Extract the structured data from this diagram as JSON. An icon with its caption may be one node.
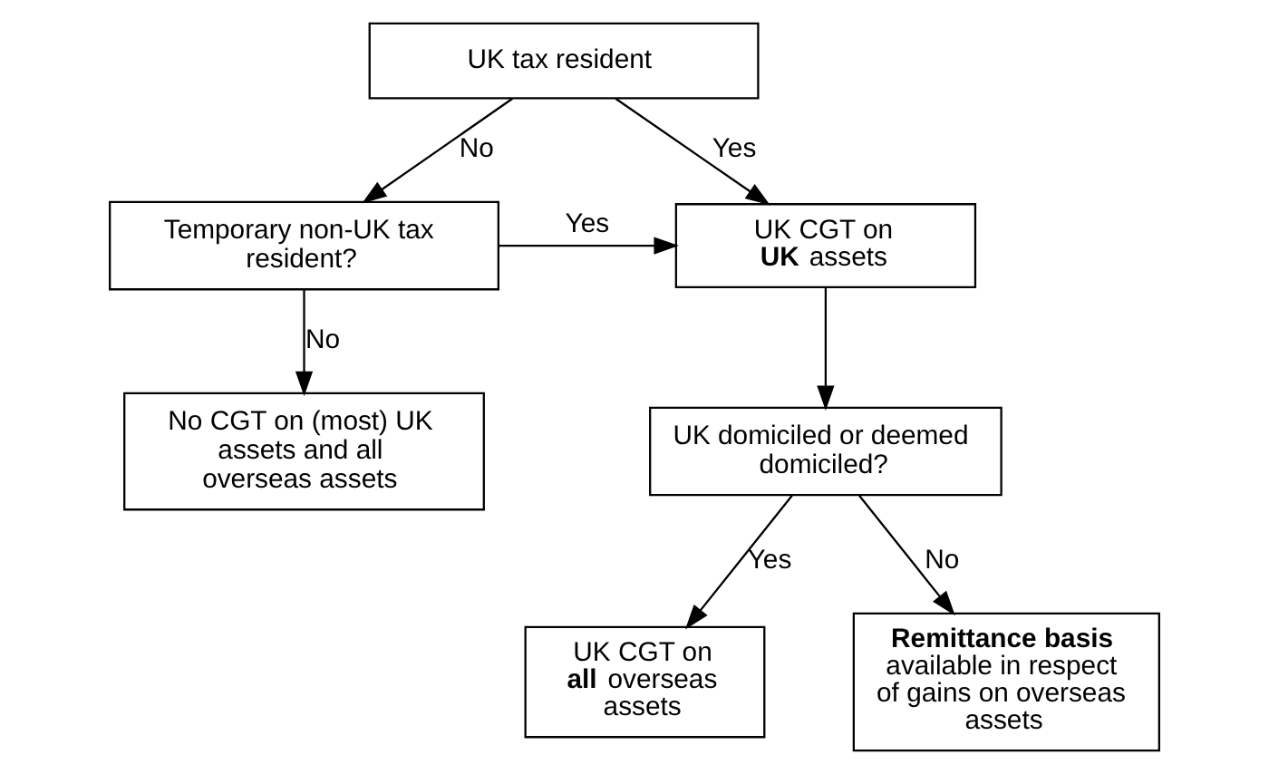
{
  "diagram": {
    "nodes": [
      {
        "text": [
          "UK tax resident"
        ]
      },
      {
        "text": [
          "Temporary non-UK tax resident?"
        ]
      },
      {
        "text": [
          "No CGT on (most) UK assets and all overseas assets"
        ]
      },
      {
        "text": [
          "UK CGT on **UK** assets"
        ]
      },
      {
        "text": [
          "UK domiciled or deemed domiciled?"
        ]
      },
      {
        "text": [
          "UK CGT on **all** overseas assets"
        ]
      },
      {
        "text": [
          "**Remittance basis** available in respect of gains on overseas assets"
        ]
      }
    ],
    "edges": [
      {
        "from": 0,
        "to": 3,
        "arrow": "to",
        "label": "Yes"
      },
      {
        "from": 0,
        "to": 1,
        "arrow": "to",
        "label": "No"
      },
      {
        "from": 1,
        "to": 3,
        "arrow": "to",
        "label": "Yes"
      },
      {
        "from": 1,
        "to": 2,
        "arrow": "to",
        "label": "No"
      },
      {
        "from": 3,
        "to": 4,
        "arrow": "to"
      },
      {
        "from": 4,
        "to": 5,
        "arrow": "to",
        "label": "Yes"
      },
      {
        "from": 4,
        "to": 6,
        "arrow": "to",
        "label": "No"
      }
    ]
  }
}
